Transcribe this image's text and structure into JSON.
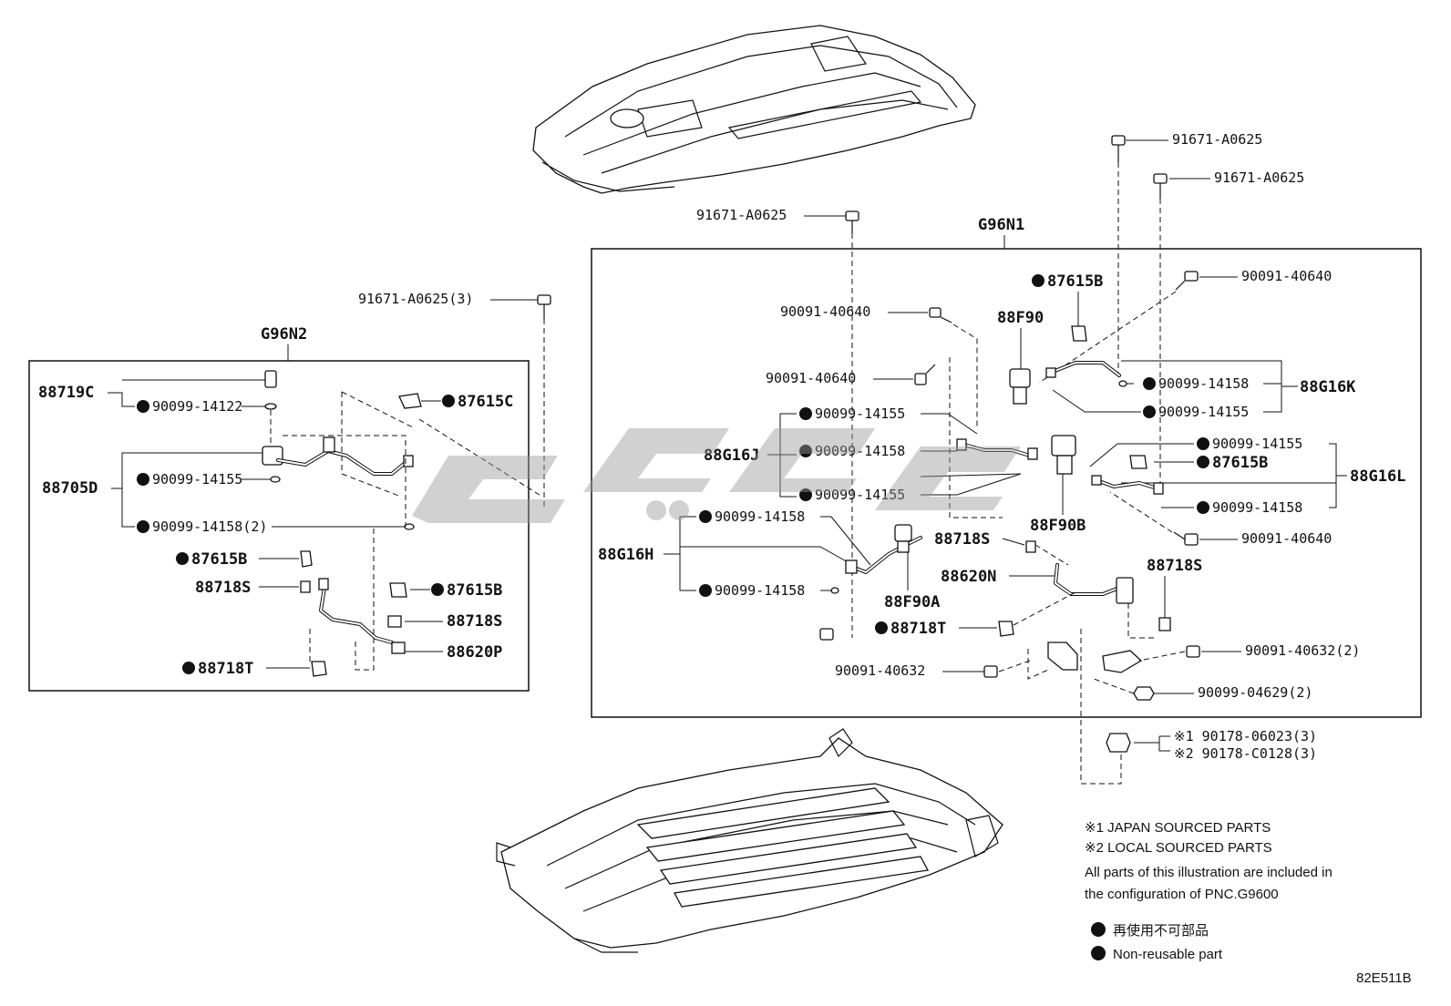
{
  "diagram": {
    "code": "82E511B",
    "groups": {
      "left": "G96N2",
      "right": "G96N1"
    },
    "legend": {
      "note1": "※1 JAPAN SOURCED PARTS",
      "note2": "※2 LOCAL SOURCED PARTS",
      "config_line1": "All parts of this illustration are included in",
      "config_line2": "the configuration of PNC.G9600",
      "nonreusable_jp": "再使用不可部品",
      "nonreusable_en": "Non-reusable part"
    },
    "labels": {
      "bolt_3": "91671-A0625(3)",
      "bolt_a": "91671-A0625",
      "bolt_b": "91671-A0625",
      "bolt_c": "91671-A0625",
      "l_88719C": "88719C",
      "l_90099_14122": "90099-14122",
      "l_87615C": "87615C",
      "l_88705D": "88705D",
      "l_90099_14155": "90099-14155",
      "l_90099_14158_2": "90099-14158(2)",
      "l_87615B_a": "87615B",
      "l_88718S_a": "88718S",
      "l_87615B_b": "87615B",
      "l_88718S_b": "88718S",
      "l_88620P": "88620P",
      "l_88718T": "88718T",
      "r_87615B_top": "87615B",
      "r_88F90": "88F90",
      "r_90091_40640_a": "90091-40640",
      "r_90091_40640_b": "90091-40640",
      "r_90091_40640_c": "90091-40640",
      "r_90091_40640_d": "90091-40640",
      "r_90099_14158_k": "90099-14158",
      "r_88G16K": "88G16K",
      "r_90099_14155_k": "90099-14155",
      "r_90099_14155_j1": "90099-14155",
      "r_88G16J": "88G16J",
      "r_90099_14158_j": "90099-14158",
      "r_90099_14155_j2": "90099-14155",
      "r_90099_14155_l": "90099-14155",
      "r_87615B_l": "87615B",
      "r_88G16L": "88G16L",
      "r_90099_14158_l": "90099-14158",
      "r_88F90B": "88F90B",
      "r_90099_14158_h1": "90099-14158",
      "r_88G16H": "88G16H",
      "r_90099_14158_h2": "90099-14158",
      "r_88718S_a": "88718S",
      "r_88620N": "88620N",
      "r_88F90A": "88F90A",
      "r_88718S_b": "88718S",
      "r_88718T": "88718T",
      "r_90091_40632": "90091-40632",
      "r_90091_40632_2": "90091-40632(2)",
      "r_90099_04629_2": "90099-04629(2)",
      "r_90178_06023": "※1 90178-06023(3)",
      "r_90178_C0128": "※2 90178-C0128(3)"
    }
  }
}
